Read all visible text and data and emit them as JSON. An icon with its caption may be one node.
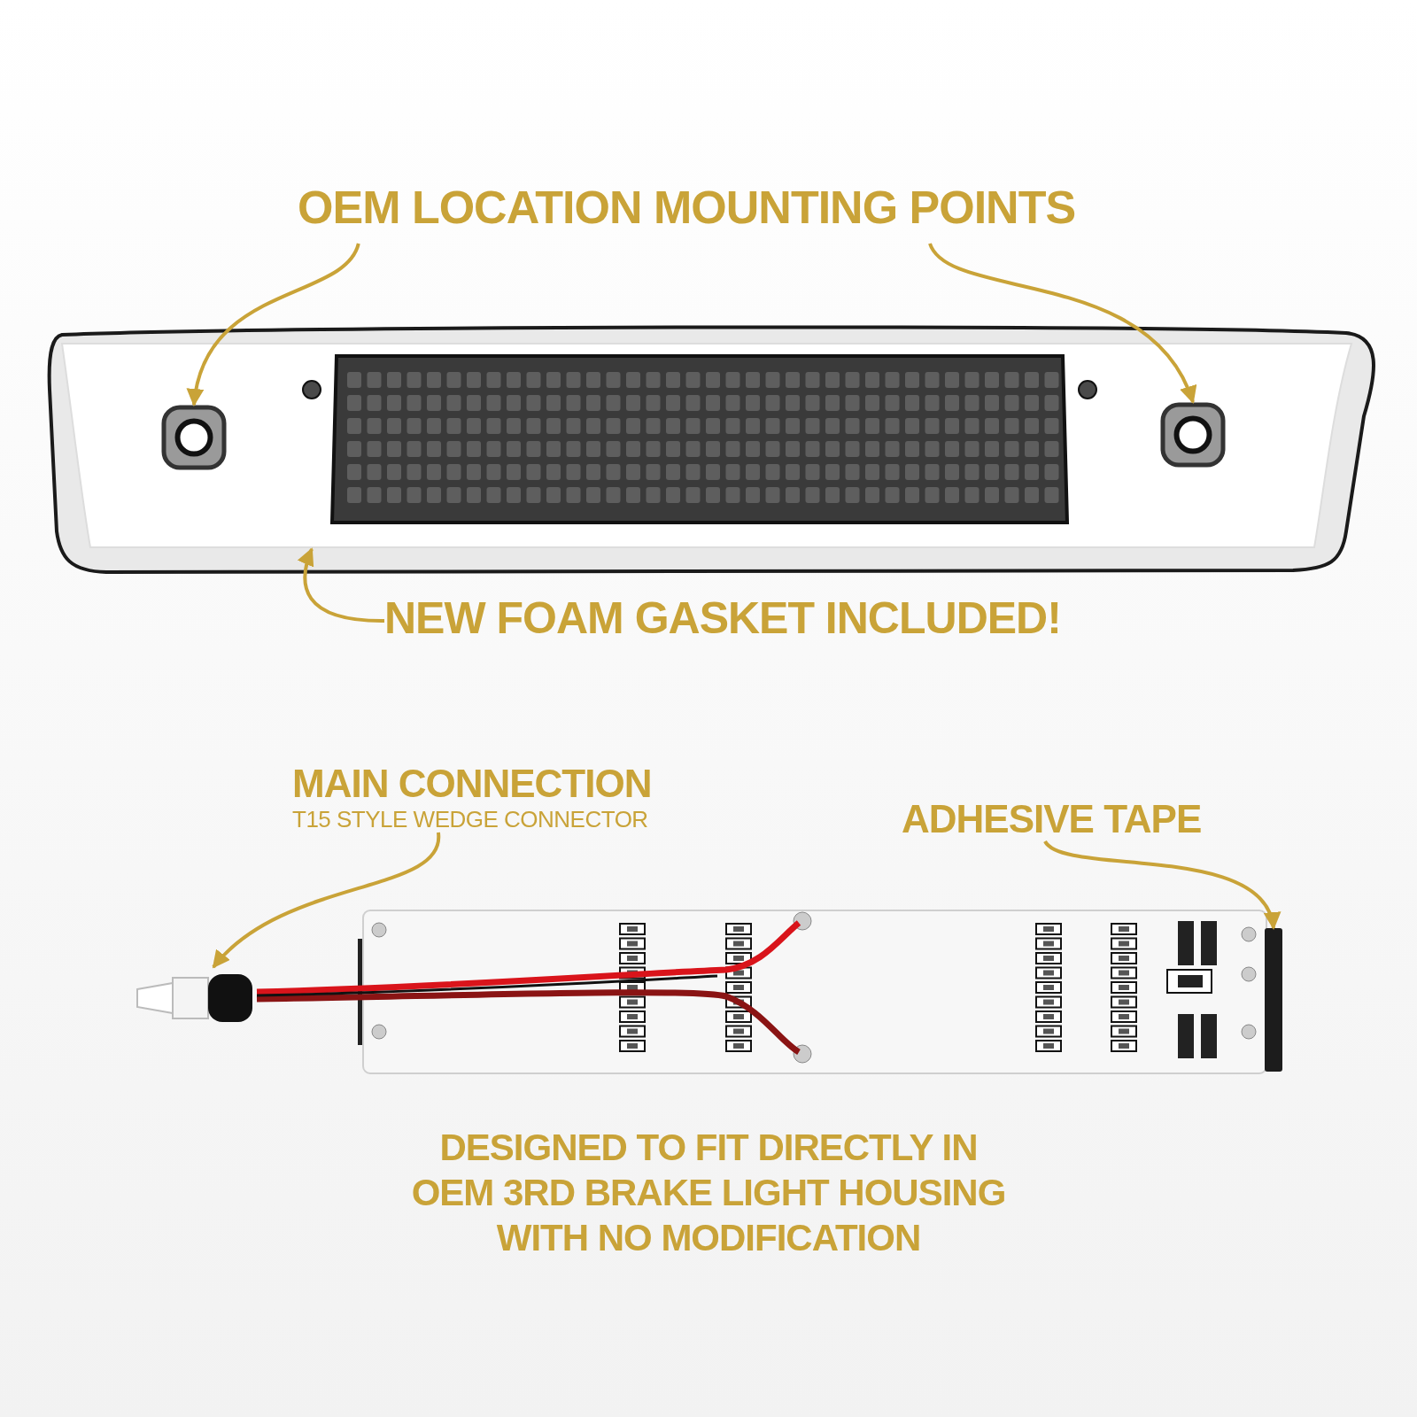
{
  "diagram": {
    "nodes": [
      {
        "text": [
          "OEM LOCATION MOUNTING POINTS"
        ]
      },
      {
        "text": [],
        "shape": "picture"
      },
      {
        "text": [],
        "shape": "box",
        "in": 1
      },
      {
        "text": [],
        "shape": "box",
        "in": 1
      },
      {
        "text": [
          "NEW FOAM GASKET INCLUDED!"
        ]
      },
      {
        "text": [
          "MAIN CONNECTION",
          "T15 STYLE WEDGE CONNECTOR"
        ]
      },
      {
        "text": [],
        "shape": "picture"
      },
      {
        "text": [
          "ADHESIVE TAPE"
        ]
      },
      {
        "text": [],
        "shape": "bar"
      }
    ],
    "edges": [
      {
        "from": 0,
        "to": 2,
        "arrow": "to"
      },
      {
        "from": 0,
        "to": 3,
        "arrow": "to"
      },
      {
        "from": 4,
        "to": 1,
        "arrow": "to"
      },
      {
        "from": 5,
        "to": 6,
        "arrow": "to"
      },
      {
        "from": 7,
        "to": 8,
        "arrow": "to"
      }
    ],
    "labels": [
      "DESIGNED TO FIT DIRECTLY IN OEM 3RD BRAKE LIGHT HOUSING WITH NO MODIFICATION"
    ]
  }
}
